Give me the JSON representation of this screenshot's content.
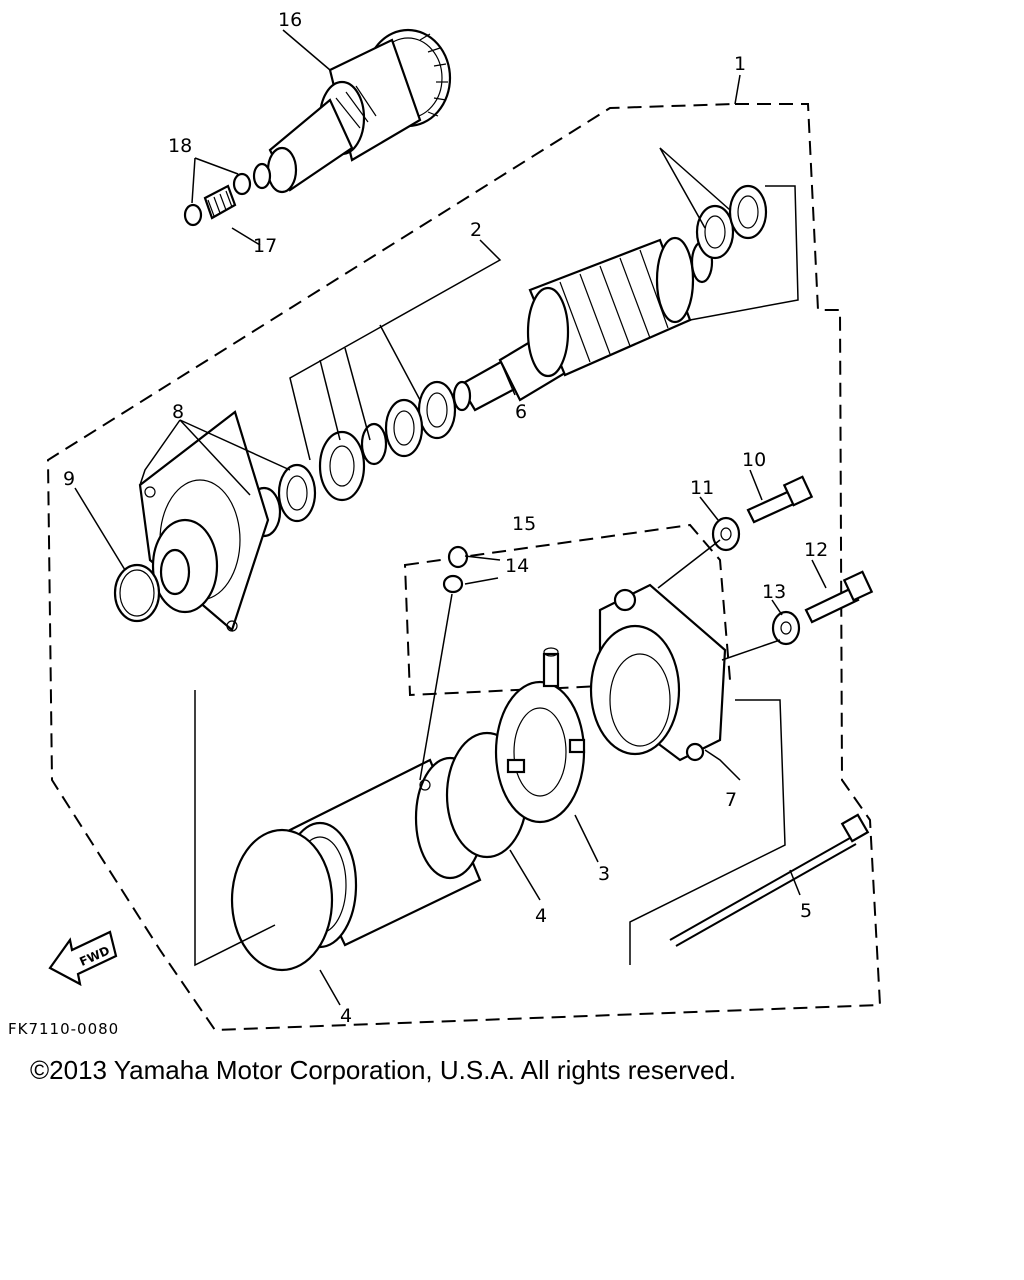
{
  "diagram": {
    "callouts": {
      "p1": "1",
      "p2": "2",
      "p3": "3",
      "p4a": "4",
      "p4b": "4",
      "p5": "5",
      "p6": "6",
      "p7": "7",
      "p8": "8",
      "p9": "9",
      "p10": "10",
      "p11": "11",
      "p12": "12",
      "p13": "13",
      "p14": "14",
      "p15": "15",
      "p16": "16",
      "p17": "17",
      "p18": "18"
    },
    "direction_label": "FWD",
    "reference_code": "FK7110-0080"
  },
  "footer": {
    "copyright": "©2013 Yamaha Motor Corporation, U.S.A. All rights reserved."
  }
}
